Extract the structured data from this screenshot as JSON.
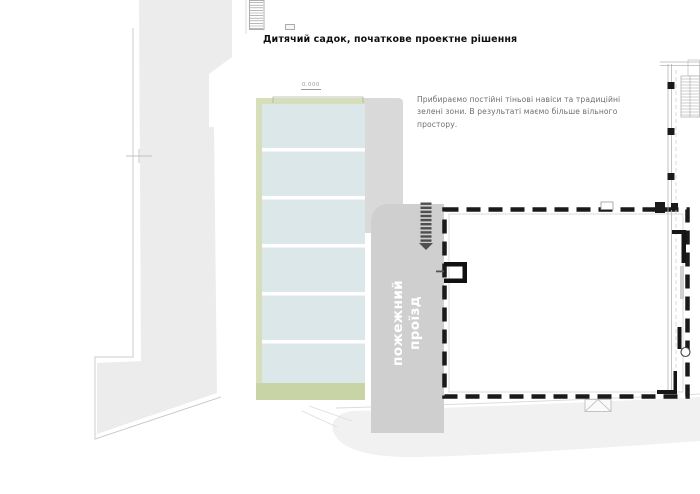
{
  "header": {
    "title": "Дитячий садок, початкове проектне рішення"
  },
  "annotation": {
    "lines": [
      "Прибираємо постійні тіньові навіси та традиційні",
      "зелені зони. В результаті маємо більше вільного",
      "простору."
    ]
  },
  "site_plan": {
    "elevation_mark": "0.000",
    "fire_lane": {
      "line1": "пожежний",
      "line2": "проїзд"
    },
    "colors": {
      "site_area": "#ececec",
      "road": "#f1f1f1",
      "building_fill": "#dce7ea",
      "stripe": "#ffffff",
      "green_strip": "#d6deba",
      "green_band": "#c9d4a6",
      "shadow_strip": "#d9d9d9",
      "fire_lane_band": "#cfcfcf",
      "dashed_outline": "#1a1a1a"
    }
  }
}
